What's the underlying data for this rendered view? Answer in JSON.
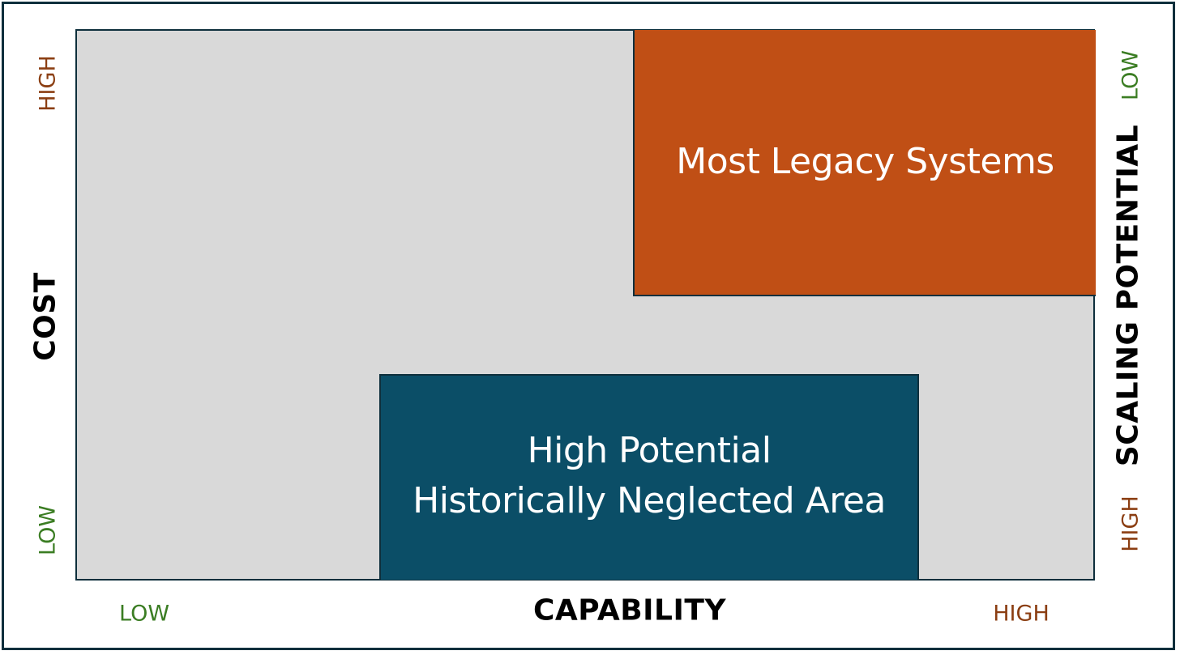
{
  "diagram": {
    "boxes": {
      "legacy": {
        "lines": [
          "Most Legacy Systems"
        ],
        "color": "#c04f15"
      },
      "potential": {
        "lines": [
          "High Potential",
          "Historically Neglected Area"
        ],
        "color": "#0b4e67"
      }
    },
    "axes": {
      "x": {
        "title": "CAPABILITY",
        "low": "LOW",
        "high": "HIGH"
      },
      "left": {
        "title": "COST",
        "high": "HIGH",
        "low": "LOW"
      },
      "right": {
        "title": "SCALING POTENTIAL",
        "low": "LOW",
        "high": "HIGH"
      }
    },
    "colors": {
      "plot_background": "#d9d9d9",
      "border": "#0e2f3c",
      "tick_green": "#3b7d23",
      "tick_brown": "#8b3e12"
    }
  }
}
